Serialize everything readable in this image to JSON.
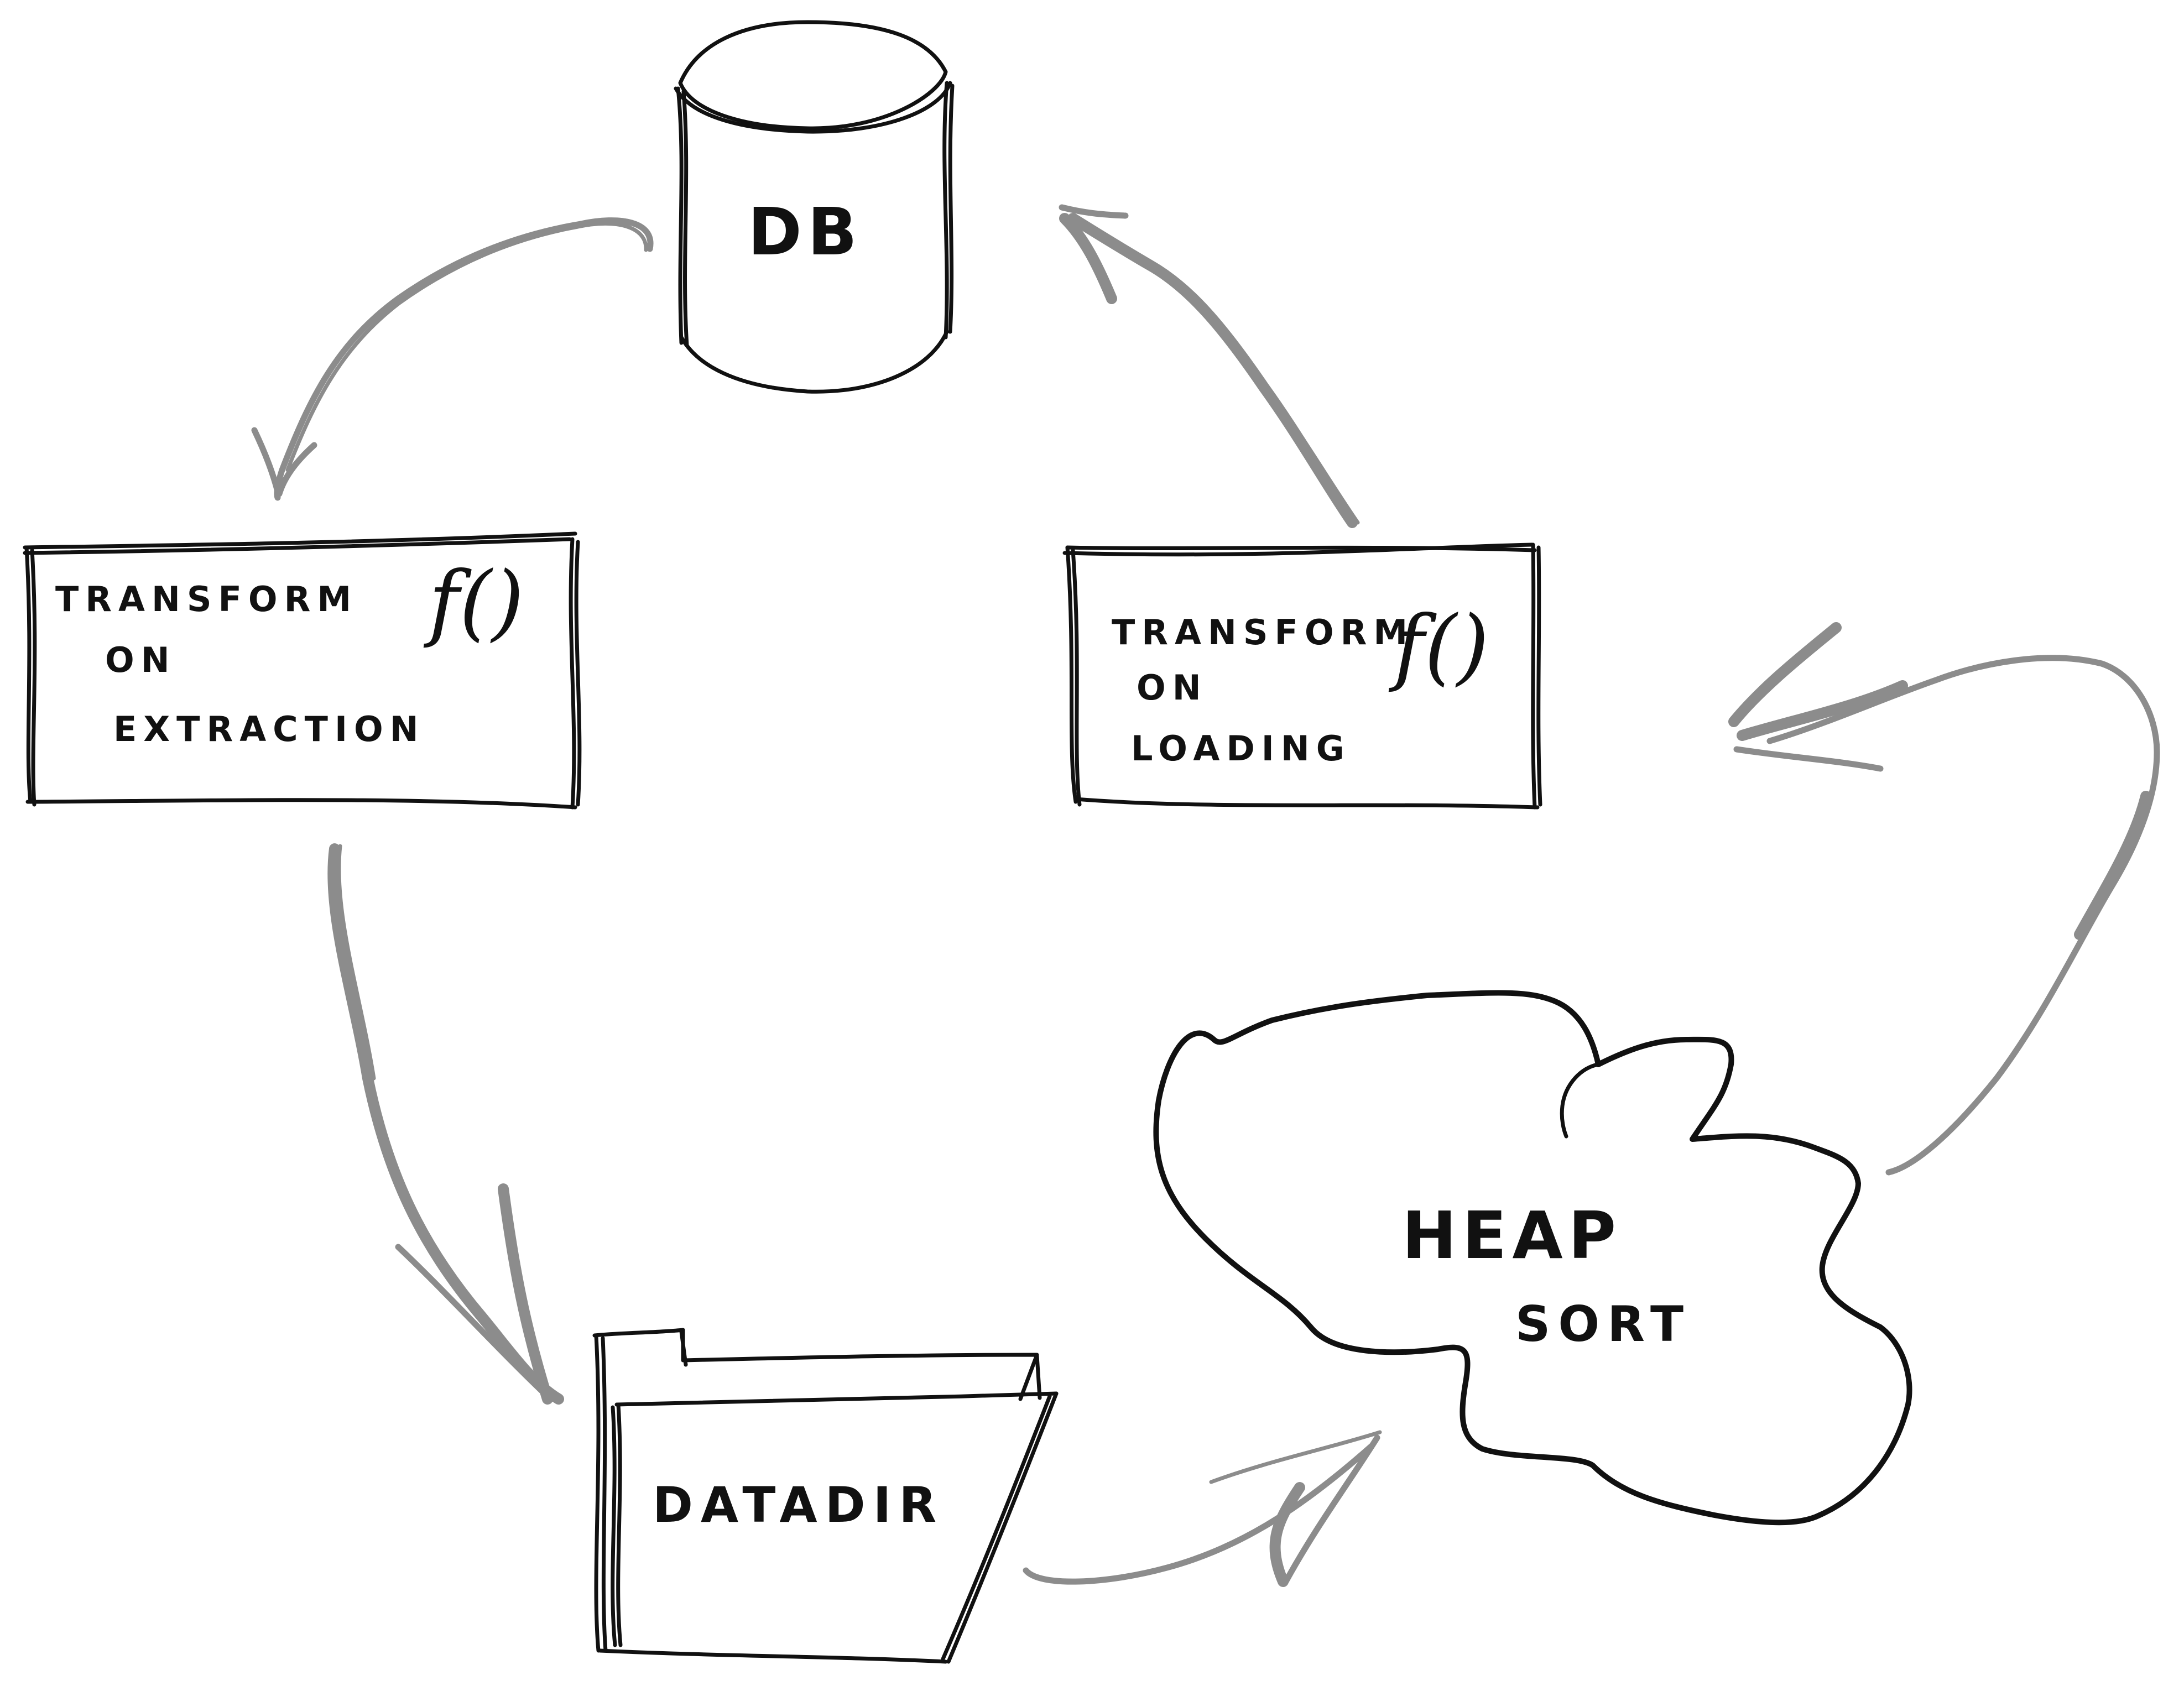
{
  "nodes": {
    "db": {
      "label": "DB"
    },
    "transform_extraction": {
      "lines": [
        "TRANSFORM",
        "ON",
        "EXTRACTION"
      ],
      "fn": "f()"
    },
    "transform_loading": {
      "lines": [
        "TRANSFORM",
        "ON",
        "LOADING"
      ],
      "fn": "f()"
    },
    "datadir": {
      "label": "DATADIR"
    },
    "heap_sort": {
      "lines": [
        "HEAP",
        "SORT"
      ]
    }
  },
  "colors": {
    "ink": "#111111",
    "arrow": "#8c8c8c",
    "background": "#ffffff"
  }
}
